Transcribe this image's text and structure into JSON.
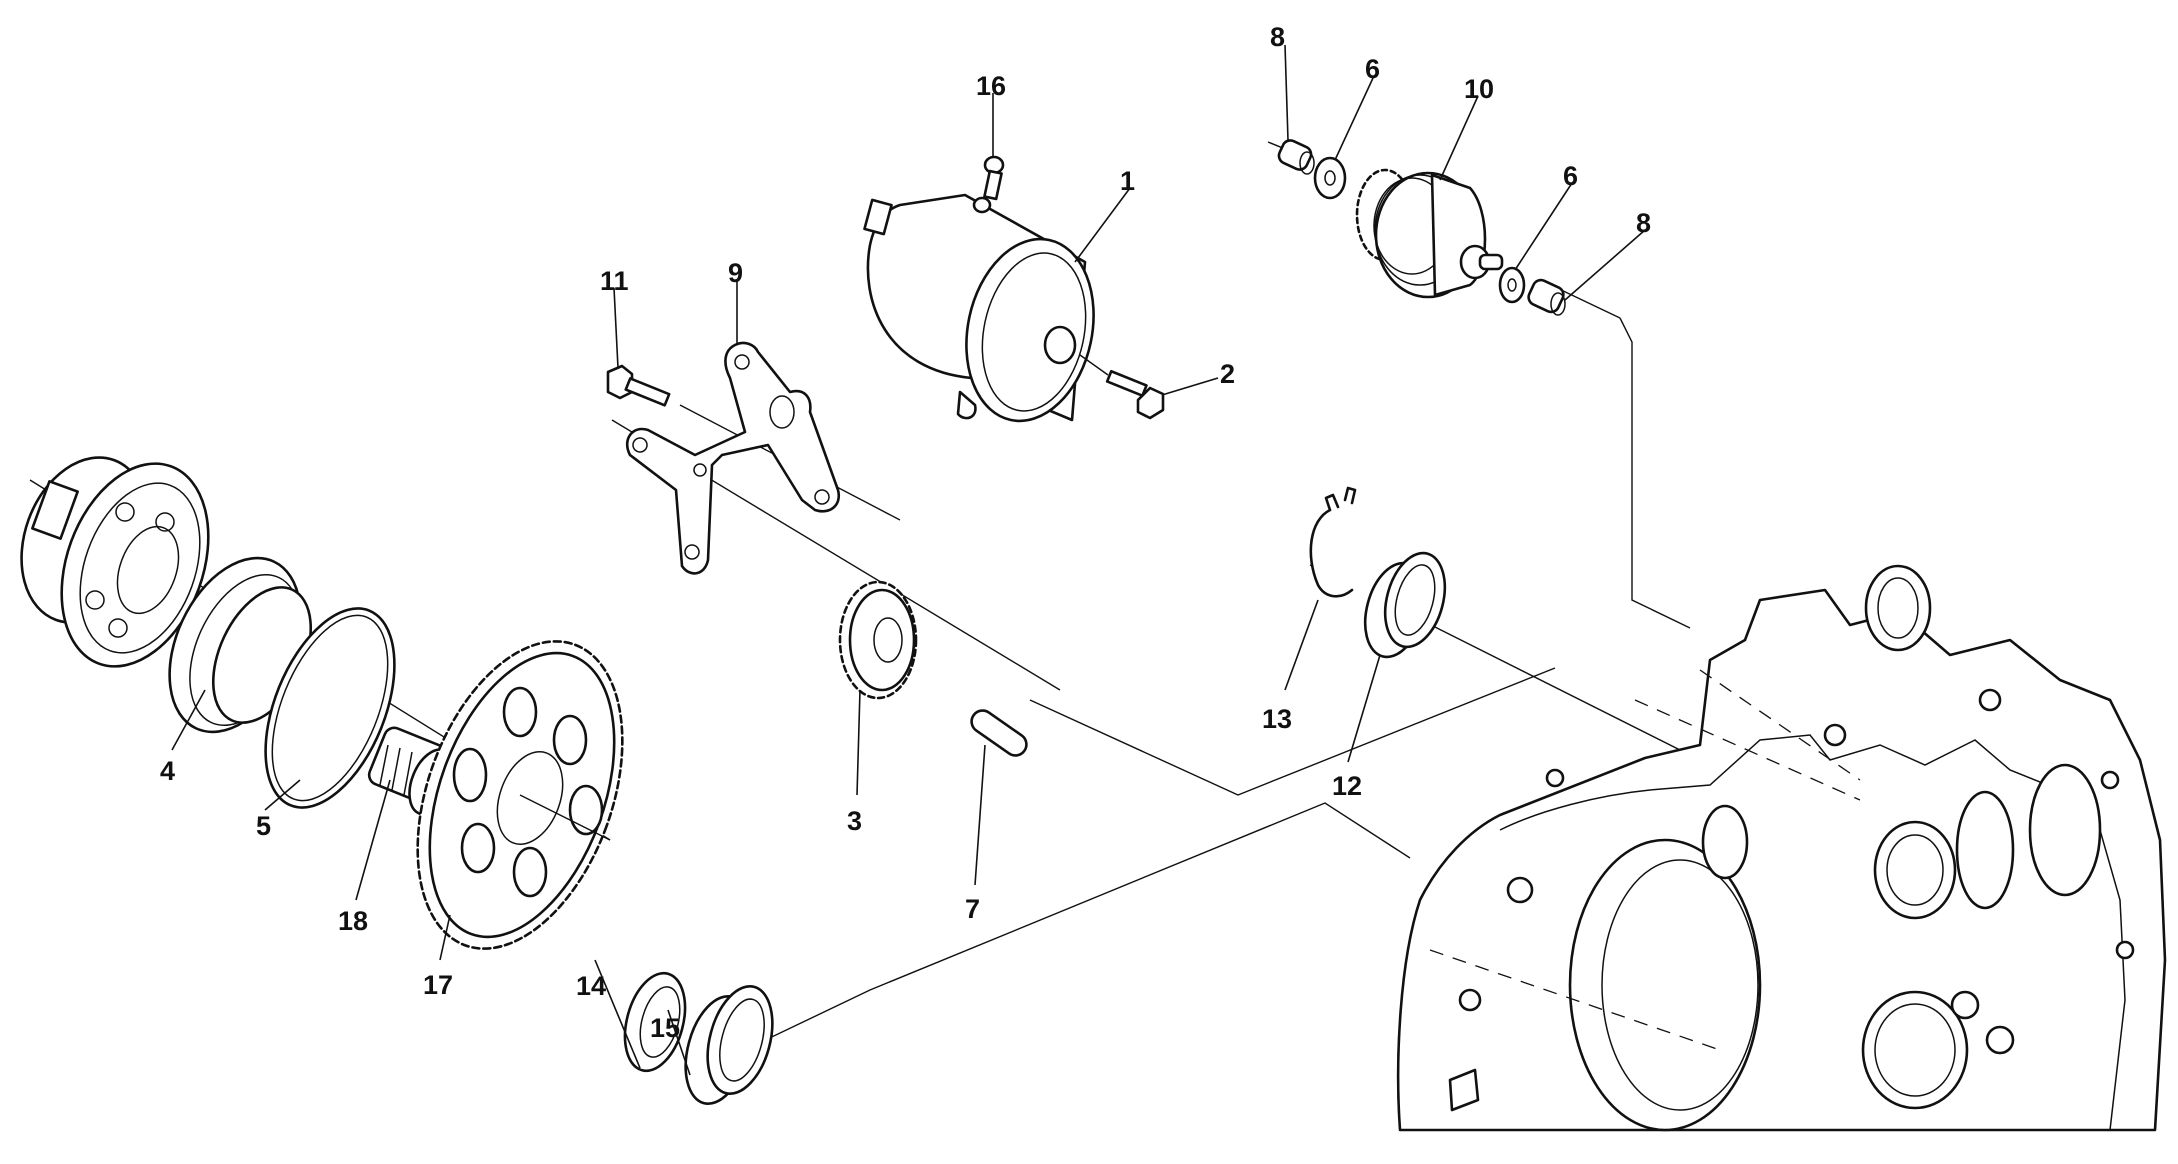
{
  "diagram": {
    "title": "Starter motor and starter gear assembly - exploded view",
    "background": "#ffffff",
    "line_color": "#111111",
    "callouts": [
      {
        "id": "c1",
        "text": "1",
        "part": "starter-motor"
      },
      {
        "id": "c2",
        "text": "2",
        "part": "motor-flange-bolt"
      },
      {
        "id": "c3",
        "text": "3",
        "part": "intermediate-gear"
      },
      {
        "id": "c4",
        "text": "4",
        "part": "freewheel-one-way-clutch"
      },
      {
        "id": "c5",
        "text": "5",
        "part": "retaining-ring"
      },
      {
        "id": "c6a",
        "text": "6",
        "part": "shim-washer-left"
      },
      {
        "id": "c6b",
        "text": "6",
        "part": "shim-washer-right"
      },
      {
        "id": "c7",
        "text": "7",
        "part": "gear-shaft-pin"
      },
      {
        "id": "c8a",
        "text": "8",
        "part": "bushing-left"
      },
      {
        "id": "c8b",
        "text": "8",
        "part": "bushing-right"
      },
      {
        "id": "c9",
        "text": "9",
        "part": "support-bracket"
      },
      {
        "id": "c10",
        "text": "10",
        "part": "double-gear"
      },
      {
        "id": "c11",
        "text": "11",
        "part": "bracket-bolt"
      },
      {
        "id": "c12",
        "text": "12",
        "part": "bearing-upper"
      },
      {
        "id": "c13",
        "text": "13",
        "part": "circlip"
      },
      {
        "id": "c14",
        "text": "14",
        "part": "thrust-washer"
      },
      {
        "id": "c15",
        "text": "15",
        "part": "bearing-lower"
      },
      {
        "id": "c16",
        "text": "16",
        "part": "motor-screw"
      },
      {
        "id": "c17",
        "text": "17",
        "part": "starter-driven-gear"
      },
      {
        "id": "c18",
        "text": "18",
        "part": "needle-roller-bearing"
      }
    ]
  }
}
